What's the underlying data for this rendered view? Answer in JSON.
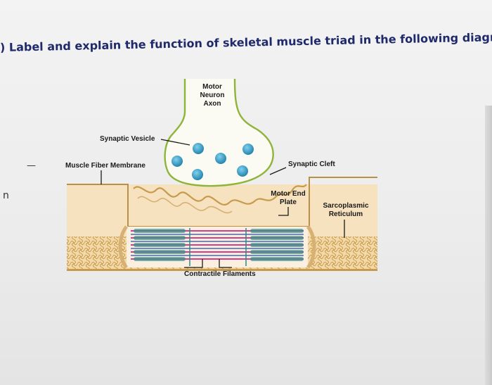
{
  "question": {
    "prefix": ")",
    "text": "Label and explain the function of skeletal muscle triad in the following diagram."
  },
  "labels": {
    "motor_neuron_axon": [
      "Motor",
      "Neuron",
      "Axon"
    ],
    "synaptic_vesicle": "Synaptic Vesicle",
    "muscle_fiber_membrane": "Muscle Fiber Membrane",
    "synaptic_cleft": "Synaptic Cleft",
    "motor_end_plate": [
      "Motor End",
      "Plate"
    ],
    "sarcoplasmic_reticulum": [
      "Sarcoplasmic",
      "Reticulum"
    ],
    "contractile_filaments": "Contractile Filaments"
  },
  "margin": {
    "left_letter": "n",
    "left_dash": "—"
  },
  "colors": {
    "question_text": "#1f2a6b",
    "axon_outline": "#8fb43a",
    "vesicle": "#2e8fb8",
    "membrane_fill": "#f4d9a8",
    "membrane_line": "#c79a4e",
    "filament_pink": "#d63c8e",
    "filament_blue": "#2a4a9a",
    "filament_teal": "#1f8f8a",
    "page_background": "#efefef"
  }
}
